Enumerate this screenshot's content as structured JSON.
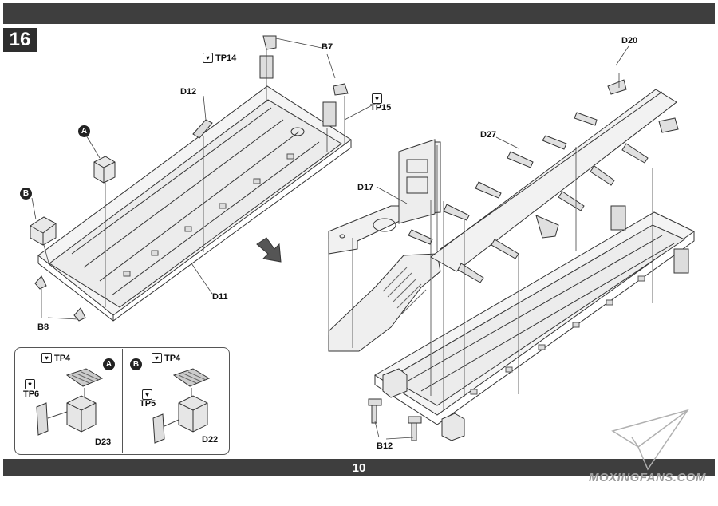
{
  "step_number": "16",
  "page_number": "10",
  "watermark": "MOXINGFANS.COM",
  "arrow_icon": "direction-arrow-icon",
  "labels": {
    "b7": "B7",
    "tp14": "TP14",
    "d12": "D12",
    "tp15": "TP15",
    "a": "A",
    "b": "B",
    "d11": "D11",
    "b8": "B8",
    "d20": "D20",
    "d27": "D27",
    "d17": "D17",
    "b12": "B12"
  },
  "inset": {
    "left": {
      "badge": "A",
      "tp_top": "TP4",
      "tp_side": "TP6",
      "part": "D23"
    },
    "right": {
      "badge": "B",
      "tp_top": "TP4",
      "tp_side": "TP5",
      "part": "D22"
    }
  }
}
